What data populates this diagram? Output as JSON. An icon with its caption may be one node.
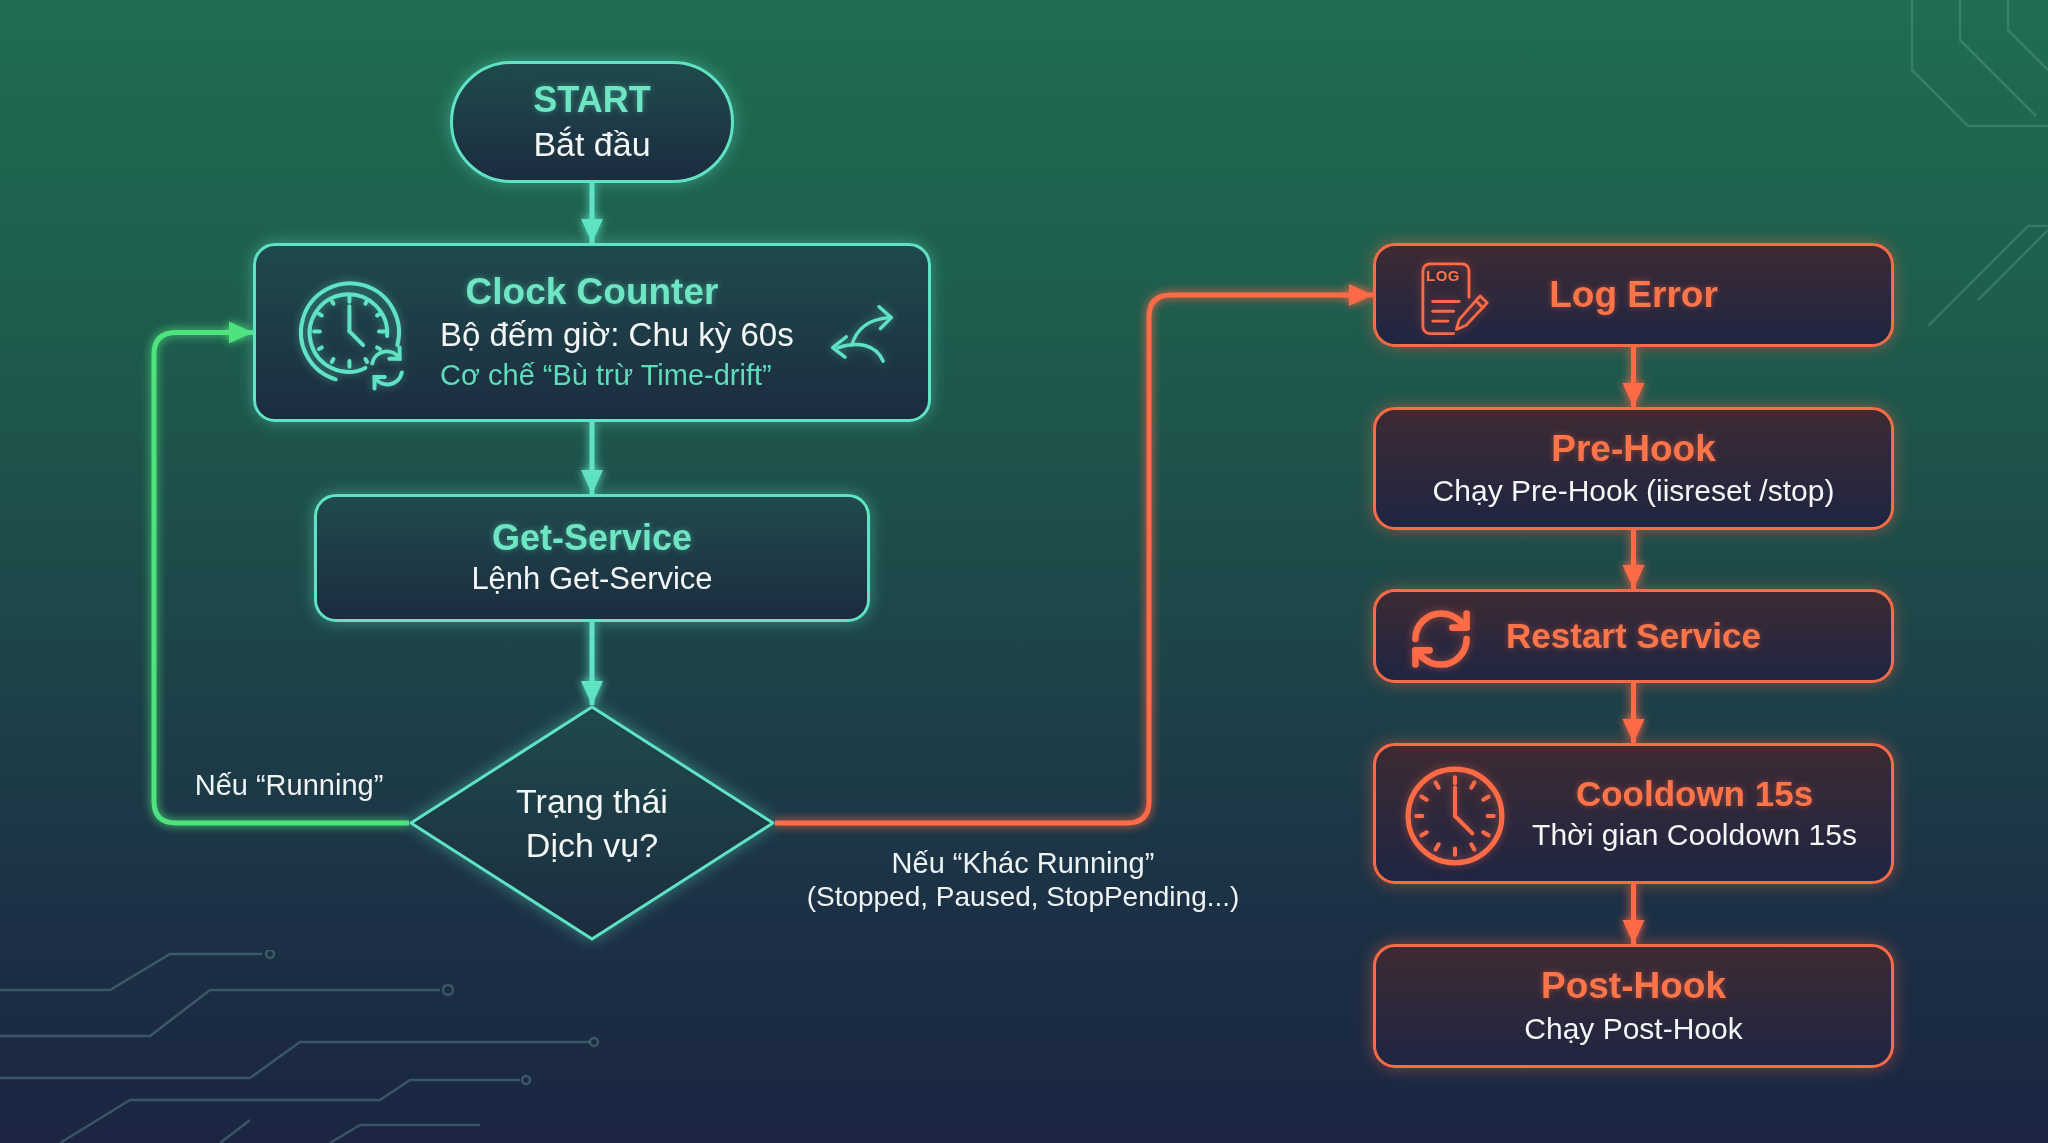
{
  "diagram": {
    "nodes": [
      {
        "text": [
          "START",
          "Bắt đầu"
        ]
      },
      {
        "text": [
          "Clock Counter",
          "Bộ đếm giờ: Chu kỳ 60s",
          "Cơ chế “Bù trừ Time-drift”"
        ]
      },
      {
        "text": [
          "Get-Service",
          "Lệnh Get-Service"
        ]
      },
      {
        "text": [
          "Trạng thái Dịch vụ?"
        ]
      },
      {
        "text": [
          "Log Error"
        ]
      },
      {
        "text": [
          "Pre-Hook",
          "Chạy Pre-Hook (iisreset /stop)"
        ]
      },
      {
        "text": [
          "Restart Service"
        ]
      },
      {
        "text": [
          "Cooldown 15s",
          "Thời gian Cooldown 15s"
        ]
      },
      {
        "text": [
          "Post-Hook",
          "Chạy Post-Hook"
        ]
      }
    ],
    "edges": [
      {
        "from": 0,
        "to": 1,
        "arrow": "to",
        "color": "#5fe3c4"
      },
      {
        "from": 1,
        "to": 2,
        "arrow": "to",
        "color": "#5fe3c4"
      },
      {
        "from": 2,
        "to": 3,
        "arrow": "to",
        "color": "#5fe3c4"
      },
      {
        "from": 3,
        "to": 1,
        "arrow": "to",
        "label": "Nếu “Running”",
        "color": "#4fe37e"
      },
      {
        "from": 3,
        "to": 4,
        "arrow": "to",
        "label": "Nếu “Khác Running”"
      },
      {
        "from": 4,
        "to": 5,
        "arrow": "to"
      },
      {
        "from": 5,
        "to": 6,
        "arrow": "to"
      },
      {
        "from": 6,
        "to": 7,
        "arrow": "to"
      },
      {
        "from": 7,
        "to": 8,
        "arrow": "to"
      }
    ],
    "labels": [
      "LOG",
      "(Stopped, Paused, StopPending...)"
    ]
  }
}
